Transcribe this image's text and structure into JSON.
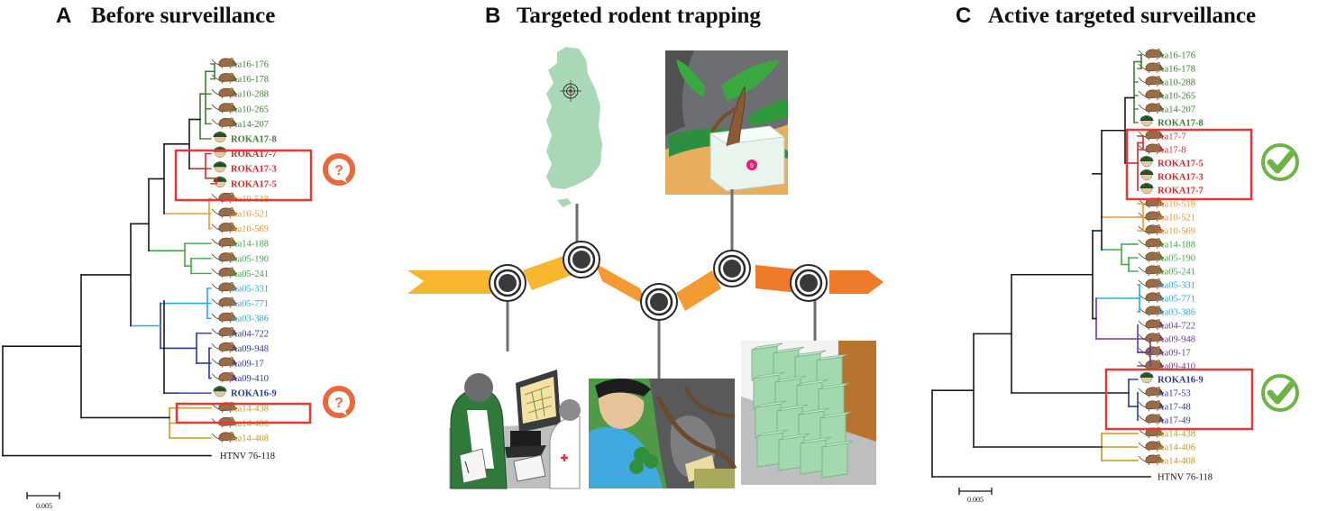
{
  "panels": [
    {
      "letter": "A",
      "title": "Before surveillance"
    },
    {
      "letter": "B",
      "title": "Targeted rodent trapping"
    },
    {
      "letter": "C",
      "title": "Active targeted surveillance"
    }
  ],
  "scale_label": "0.005",
  "colors": {
    "dark_green": "#3f7f35",
    "red": "#d42a2a",
    "orange": "#ef9a2f",
    "green": "#3cab44",
    "light_blue": "#27aee3",
    "blue": "#2b3a95",
    "purple": "#6a3b9a",
    "gold": "#c79a1f",
    "question_badge": "#e8693c",
    "check_badge": "#6db543",
    "timeline_yellow": "#f8b52e",
    "timeline_orange": "#f39a33",
    "timeline_deep": "#ee7a2a"
  },
  "tree_a": {
    "outgroup": "HTNV 76-118",
    "leaves": [
      {
        "label": "Aa16-176",
        "clade": "dark_green",
        "rodent": true
      },
      {
        "label": "Aa16-178",
        "clade": "dark_green",
        "rodent": true
      },
      {
        "label": "Aa10-288",
        "clade": "dark_green",
        "rodent": true
      },
      {
        "label": "Aa10-265",
        "clade": "dark_green",
        "rodent": true
      },
      {
        "label": "Aa14-207",
        "clade": "dark_green",
        "rodent": true
      },
      {
        "label": "ROKA17-8",
        "clade": "dark_green",
        "rodent": false
      },
      {
        "label": "ROKA17-7",
        "clade": "red",
        "rodent": false
      },
      {
        "label": "ROKA17-3",
        "clade": "red",
        "rodent": false
      },
      {
        "label": "ROKA17-5",
        "clade": "red",
        "rodent": false
      },
      {
        "label": "Aa10-518",
        "clade": "orange",
        "rodent": true
      },
      {
        "label": "Aa10-521",
        "clade": "orange",
        "rodent": true
      },
      {
        "label": "Aa10-569",
        "clade": "orange",
        "rodent": true
      },
      {
        "label": "Aa14-188",
        "clade": "green",
        "rodent": true
      },
      {
        "label": "Aa05-190",
        "clade": "green",
        "rodent": true
      },
      {
        "label": "Aa05-241",
        "clade": "green",
        "rodent": true
      },
      {
        "label": "Aa05-331",
        "clade": "light_blue",
        "rodent": true
      },
      {
        "label": "Aa05-771",
        "clade": "light_blue",
        "rodent": true
      },
      {
        "label": "Aa03-386",
        "clade": "light_blue",
        "rodent": true
      },
      {
        "label": "Aa04-722",
        "clade": "blue",
        "rodent": true
      },
      {
        "label": "Aa09-948",
        "clade": "blue",
        "rodent": true
      },
      {
        "label": "Aa09-17",
        "clade": "blue",
        "rodent": true
      },
      {
        "label": "Aa09-410",
        "clade": "blue",
        "rodent": true
      },
      {
        "label": "ROKA16-9",
        "clade": "blue",
        "rodent": false
      },
      {
        "label": "Aa14-438",
        "clade": "gold",
        "rodent": true
      },
      {
        "label": "Aa14-406",
        "clade": "gold",
        "rodent": true
      },
      {
        "label": "Aa14-408",
        "clade": "gold",
        "rodent": true
      }
    ]
  },
  "tree_c": {
    "outgroup": "HTNV 76-118",
    "leaves": [
      {
        "label": "Aa16-176",
        "clade": "dark_green",
        "rodent": true
      },
      {
        "label": "Aa16-178",
        "clade": "dark_green",
        "rodent": true
      },
      {
        "label": "Aa10-288",
        "clade": "dark_green",
        "rodent": true
      },
      {
        "label": "Aa10-265",
        "clade": "dark_green",
        "rodent": true
      },
      {
        "label": "Aa14-207",
        "clade": "dark_green",
        "rodent": true
      },
      {
        "label": "ROKA17-8",
        "clade": "dark_green",
        "rodent": false
      },
      {
        "label": "Aa17-7",
        "clade": "red",
        "rodent": true
      },
      {
        "label": "Aa17-8",
        "clade": "red",
        "rodent": true
      },
      {
        "label": "ROKA17-5",
        "clade": "red",
        "rodent": false
      },
      {
        "label": "ROKA17-3",
        "clade": "red",
        "rodent": false
      },
      {
        "label": "ROKA17-7",
        "clade": "red",
        "rodent": false
      },
      {
        "label": "Aa10-518",
        "clade": "orange",
        "rodent": true
      },
      {
        "label": "Aa10-521",
        "clade": "orange",
        "rodent": true
      },
      {
        "label": "Aa10-569",
        "clade": "orange",
        "rodent": true
      },
      {
        "label": "Aa14-188",
        "clade": "green",
        "rodent": true
      },
      {
        "label": "Aa05-190",
        "clade": "green",
        "rodent": true
      },
      {
        "label": "Aa05-241",
        "clade": "green",
        "rodent": true
      },
      {
        "label": "Aa05-331",
        "clade": "light_blue",
        "rodent": true
      },
      {
        "label": "Aa05-771",
        "clade": "light_blue",
        "rodent": true
      },
      {
        "label": "Aa03-386",
        "clade": "light_blue",
        "rodent": true
      },
      {
        "label": "Aa04-722",
        "clade": "purple",
        "rodent": true
      },
      {
        "label": "Aa09-948",
        "clade": "purple",
        "rodent": true
      },
      {
        "label": "Aa09-17",
        "clade": "purple",
        "rodent": true
      },
      {
        "label": "Aa09-410",
        "clade": "purple",
        "rodent": true
      },
      {
        "label": "ROKA16-9",
        "clade": "blue",
        "rodent": false
      },
      {
        "label": "Aa17-53",
        "clade": "blue",
        "rodent": true
      },
      {
        "label": "Aa17-48",
        "clade": "blue",
        "rodent": true
      },
      {
        "label": "Aa17-49",
        "clade": "blue",
        "rodent": true
      },
      {
        "label": "Aa14-438",
        "clade": "gold",
        "rodent": true
      },
      {
        "label": "Aa14-406",
        "clade": "gold",
        "rodent": true
      },
      {
        "label": "Aa14-408",
        "clade": "gold",
        "rodent": true
      }
    ]
  },
  "icons": {
    "rodent": "rodent-icon",
    "soldier": "soldier-icon",
    "question": "question-bubble-icon",
    "check": "check-circle-icon",
    "map": "korea-map-icon",
    "pin": "map-target-icon",
    "node": "timeline-node-icon"
  }
}
